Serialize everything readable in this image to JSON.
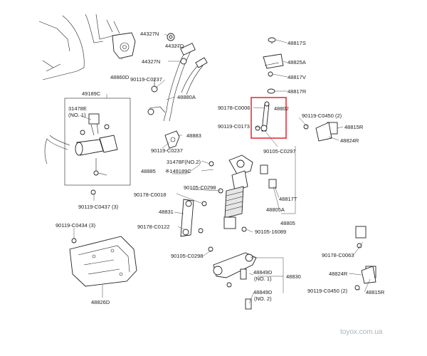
{
  "labels": {
    "p43327N_a": "44327N",
    "p43327N_b": "44327N",
    "p44327D": "44327D",
    "p48860D": "48860D",
    "p90119_0237a": "90119-C0237",
    "p48880A": "48880A",
    "p49189C": "49189C",
    "p31478E": "31478E",
    "no1a": "(NO. 1)",
    "p48883": "48883",
    "p90119_0237b": "90119-C0237",
    "p48885": "48885",
    "p31478F": "31478F(NO.2)",
    "p149189C": "※149189C",
    "p90178_0018": "90178-C0018",
    "p90105_0298a": "90105-C0298",
    "p90119_0437": "90119-C0437 (3)",
    "p48831": "48831",
    "p90178_0122": "90178-C0122",
    "p90105_16089": "90105-16089",
    "p90119_0434": "90119-C0434 (3)",
    "p90105_0298b": "90105-C0298",
    "p48826D": "48826D",
    "p48849D_1": "48849D",
    "no1b": "(NO. 1)",
    "p48849D_2": "48849D",
    "no2": "(NO. 2)",
    "p48830": "48830",
    "p48817S": "48817S",
    "p48825A": "48825A",
    "p48817V": "48817V",
    "p48817R": "48817R",
    "p90178_0006": "90178-C0006",
    "p48802": "48802",
    "p90119_0173": "90119-C0173",
    "p90105_0297": "90105-C0297",
    "p90119_0450a": "90119-C0450 (2)",
    "p48815R_a": "48815R",
    "p48824R_a": "48824R",
    "p48817T": "48817T",
    "p48805A": "48805A",
    "p48805": "48805",
    "p90178_0063": "90178-C0063",
    "p48824R_b": "48824R",
    "p90119_0450b": "90119-C0450 (2)",
    "p48815R_b": "48815R"
  },
  "watermark": "toyox.com.ua",
  "highlight": {
    "color": "#e0141e",
    "part": "48802"
  }
}
